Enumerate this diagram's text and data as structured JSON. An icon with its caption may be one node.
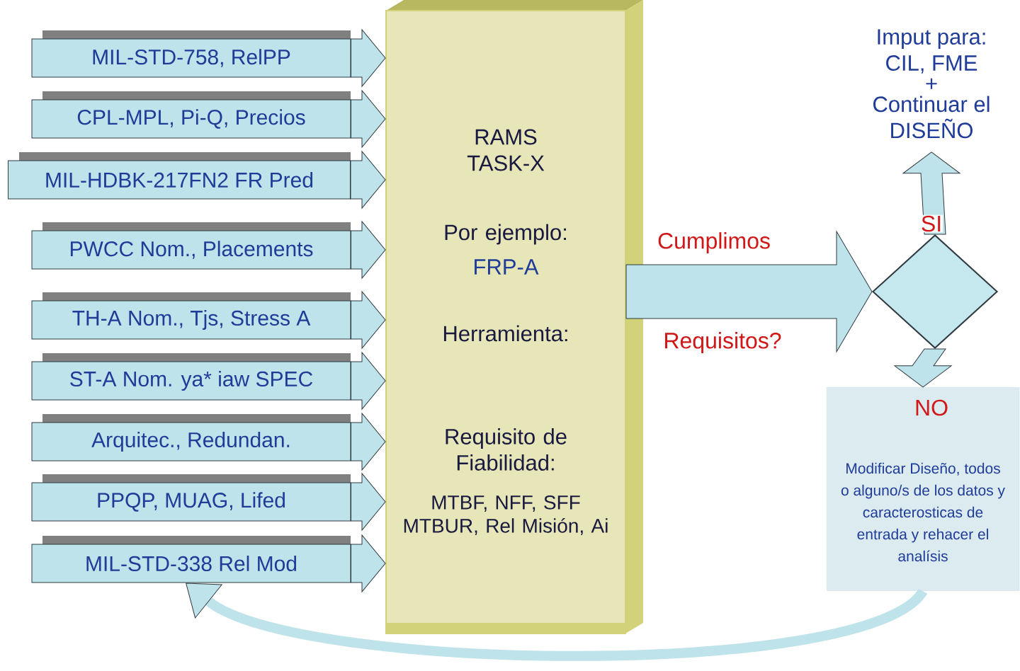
{
  "diagram": {
    "nodes": [
      {
        "text": [
          "MIL-STD-758, RelPP"
        ]
      },
      {
        "text": [
          "CPL-MPL, Pi-Q, Precios"
        ]
      },
      {
        "text": [
          "MIL-HDBK-217FN2 FR Pred"
        ]
      },
      {
        "text": [
          "PWCC Nom., Placements"
        ]
      },
      {
        "text": [
          "TH-A Nom., Tjs, Stress A"
        ]
      },
      {
        "text": [
          "ST-A Nom. ya* iaw SPEC"
        ]
      },
      {
        "text": [
          "Arquitec., Redundan."
        ]
      },
      {
        "text": [
          "PPQP,  MUAG, Lifed"
        ]
      },
      {
        "text": [
          "MIL-STD-338 Rel Mod"
        ]
      },
      {
        "text": [
          "RAMS TASK-X",
          "Por ejemplo:",
          "FRP-A",
          "Herramienta:",
          "Requisito de Fiabilidad:",
          "MTBF, NFF, SFF MTBUR, Rel Misión, Ai"
        ]
      },
      {
        "text": [],
        "shape": "diamond"
      },
      {
        "text": [
          "Imput para: CIL, FME",
          "+",
          "Continuar el DISEÑO"
        ]
      },
      {
        "text": [
          "Modificar Diseño, todos o alguno/s de los datos y caracterosticas de entrada y rehacer el analísis"
        ]
      }
    ],
    "edges": [
      {
        "from": 0,
        "to": 9,
        "arrow": "to"
      },
      {
        "from": 1,
        "to": 9,
        "arrow": "to"
      },
      {
        "from": 2,
        "to": 9,
        "arrow": "to"
      },
      {
        "from": 3,
        "to": 9,
        "arrow": "to"
      },
      {
        "from": 4,
        "to": 9,
        "arrow": "to"
      },
      {
        "from": 5,
        "to": 9,
        "arrow": "to"
      },
      {
        "from": 6,
        "to": 9,
        "arrow": "to"
      },
      {
        "from": 7,
        "to": 9,
        "arrow": "to"
      },
      {
        "from": 8,
        "to": 9,
        "arrow": "to"
      },
      {
        "from": 9,
        "to": 10,
        "arrow": "to",
        "label": "Cumplimos"
      },
      {
        "from": 10,
        "to": 11,
        "arrow": "to",
        "label": "SI"
      },
      {
        "from": 10,
        "to": 12,
        "arrow": "to",
        "label": "NO"
      },
      {
        "from": 12,
        "to": 8,
        "arrow": "to"
      }
    ],
    "labels": [
      "Requisitos?"
    ]
  }
}
